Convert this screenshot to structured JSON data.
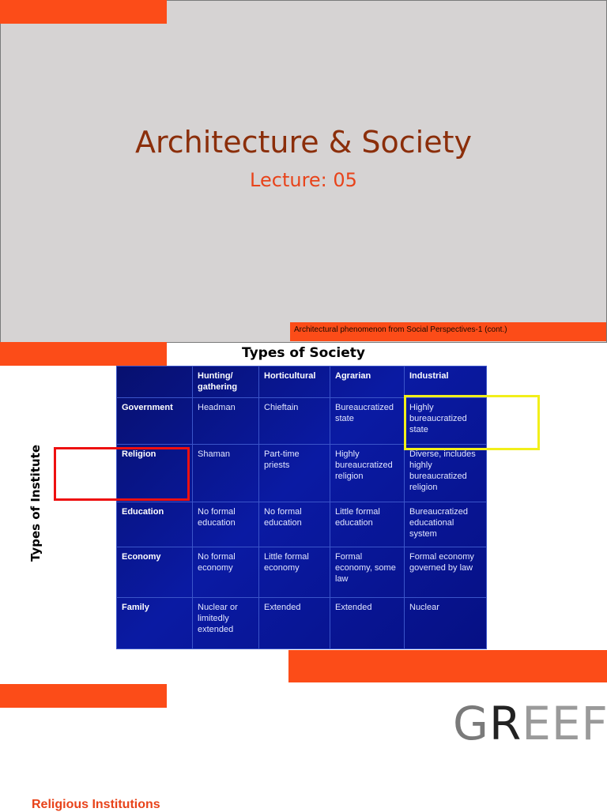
{
  "slide1": {
    "title": "Architecture & Society",
    "subtitle": "Lecture: 05",
    "footer": "Architectural phenomenon from Social Perspectives-1 (cont.)"
  },
  "slide2": {
    "title": "Types of Society",
    "side_label": "Types of Institute",
    "table": {
      "header": [
        "",
        "Hunting/ gathering",
        "Horticultural",
        "Agrarian",
        "Industrial"
      ],
      "rows": [
        [
          "Government",
          "Headman",
          "Chieftain",
          "Bureaucratized state",
          "Highly bureaucratized state"
        ],
        [
          "Religion",
          "Shaman",
          "Part-time priests",
          "Highly bureaucratized religion",
          "Diverse, includes highly bureaucratized religion"
        ],
        [
          "Education",
          "No formal education",
          "No formal education",
          "Little formal education",
          "Bureaucratized educational system"
        ],
        [
          "Economy",
          "No formal economy",
          "Little formal economy",
          "Formal economy, some law",
          "Formal economy governed by law"
        ],
        [
          "Family",
          "Nuclear or limitedly extended",
          "Extended",
          "Extended",
          "Nuclear"
        ]
      ]
    },
    "highlight_colors": {
      "religion_box": "#ee1010",
      "industrial_government_box": "#f2ef1a"
    }
  },
  "slide3": {
    "logo": {
      "g": "G",
      "r": "R",
      "eef": "EEF"
    },
    "heading": "Religious Institutions"
  },
  "colors": {
    "accent": "#fc4c18",
    "title": "#8b2e0a",
    "subtitle": "#e8431a",
    "table_bg": "#0a1aa3"
  }
}
